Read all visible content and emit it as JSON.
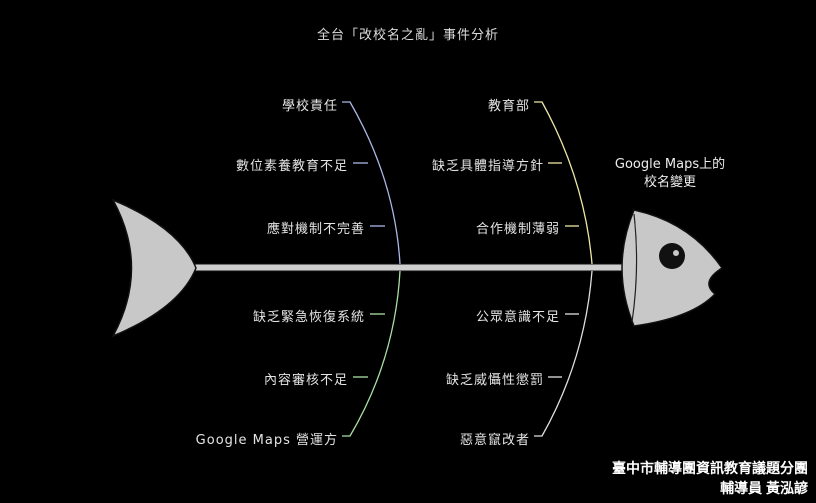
{
  "title": "全台「改校名之亂」事件分析",
  "head": {
    "line1": "Google Maps上的",
    "line2": "校名變更"
  },
  "branches": {
    "top_left": [
      "學校責任",
      "數位素養教育不足",
      "應對機制不完善"
    ],
    "top_right": [
      "教育部",
      "缺乏具體指導方針",
      "合作機制薄弱"
    ],
    "bottom_left": [
      "缺乏緊急恢復系統",
      "內容審核不足",
      "Google Maps 營運方"
    ],
    "bottom_right": [
      "公眾意識不足",
      "缺乏威懾性懲罰",
      "惡意竄改者"
    ]
  },
  "credit": {
    "line1": "臺中市輔導團資訊教育議題分團",
    "line2": "輔導員 黃泓諺"
  },
  "colors": {
    "top_left_bone": "#aab8e6",
    "top_right_bone": "#efe6a4",
    "bottom_left_bone": "#a9e0a4",
    "bottom_right_bone": "#e0e0e0",
    "fish_fill": "#c8c8c8",
    "spine": "#d0d0d0"
  }
}
